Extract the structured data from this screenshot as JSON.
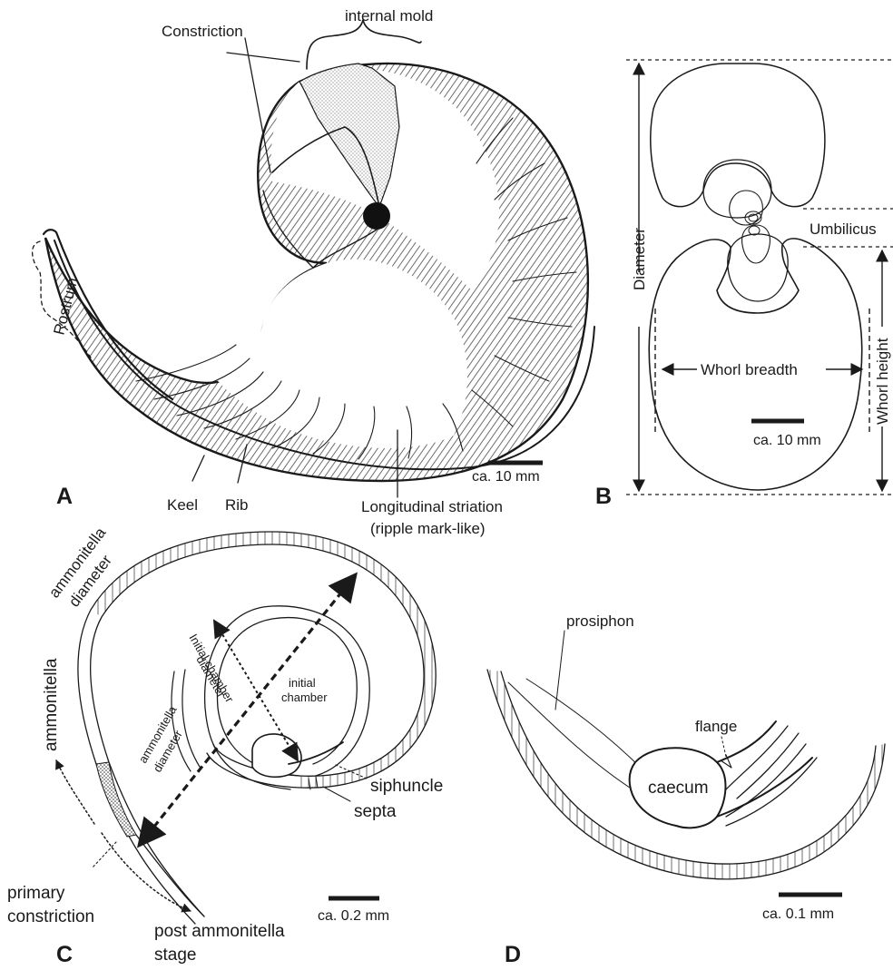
{
  "panels": {
    "a": {
      "letter": "A",
      "labels": {
        "internal_mold": "internal mold",
        "constriction": "Constriction",
        "rostrum": "Rostrum",
        "keel": "Keel",
        "rib": "Rib",
        "longitudinal_line1": "Longitudinal striation",
        "longitudinal_line2": "(ripple mark-like)",
        "scale": "ca. 10 mm"
      }
    },
    "b": {
      "letter": "B",
      "labels": {
        "diameter": "Diameter",
        "umbilicus": "Umbilicus",
        "whorl_height": "Whorl height",
        "whorl_breadth": "Whorl breadth",
        "scale": "ca. 10 mm"
      }
    },
    "c": {
      "letter": "C",
      "labels": {
        "ammonitella_diameter_outer_1": "ammonitella",
        "ammonitella_diameter_outer_2": "diameter",
        "ammonitella": "ammonitella",
        "initial_chamber_diameter_1": "Initial chamber",
        "initial_chamber_diameter_2": "diameter",
        "initial_chamber_1": "initial",
        "initial_chamber_2": "chamber",
        "ammonitella_diameter_inner_1": "ammonitella",
        "ammonitella_diameter_inner_2": "diameter",
        "siphuncle": "siphuncle",
        "septa": "septa",
        "primary_constriction_1": "primary",
        "primary_constriction_2": "constriction",
        "post_ammonitella_1": "post ammonitella",
        "post_ammonitella_2": "stage",
        "scale": "ca. 0.2 mm"
      }
    },
    "d": {
      "letter": "D",
      "labels": {
        "prosiphon": "prosiphon",
        "flange": "flange",
        "caecum": "caecum",
        "scale": "ca. 0.1 mm"
      }
    }
  },
  "icons": {
    "umbilicus": "black-dot-icon",
    "arrowhead": "arrowhead-icon"
  },
  "colors": {
    "ink": "#1a1a1a",
    "background": "#ffffff",
    "stipple": "#cfcfcf"
  }
}
